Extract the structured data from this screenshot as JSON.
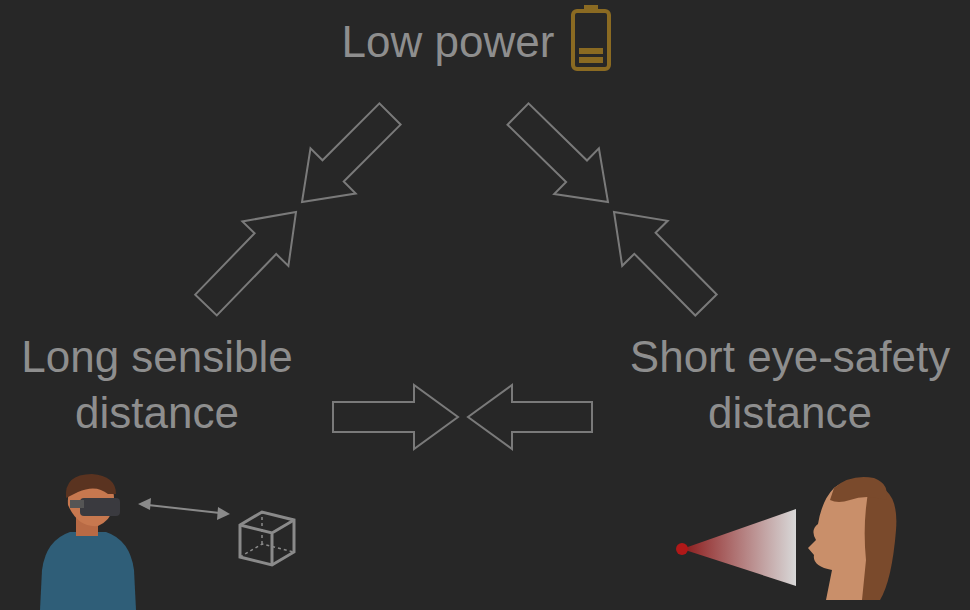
{
  "diagram": {
    "nodes": [
      {
        "text": [
          "Low power"
        ]
      },
      {
        "text": [
          "Long sensible distance"
        ]
      },
      {
        "text": [
          "Short eye-safety distance"
        ]
      }
    ],
    "edges": [
      {
        "from": 0,
        "to": 1,
        "arrow": "to"
      },
      {
        "from": 1,
        "to": 0,
        "arrow": "to"
      },
      {
        "from": 0,
        "to": 2,
        "arrow": "to"
      },
      {
        "from": 2,
        "to": 0,
        "arrow": "to"
      },
      {
        "from": 1,
        "to": 2,
        "arrow": "to"
      },
      {
        "from": 2,
        "to": 1,
        "arrow": "to"
      }
    ]
  }
}
